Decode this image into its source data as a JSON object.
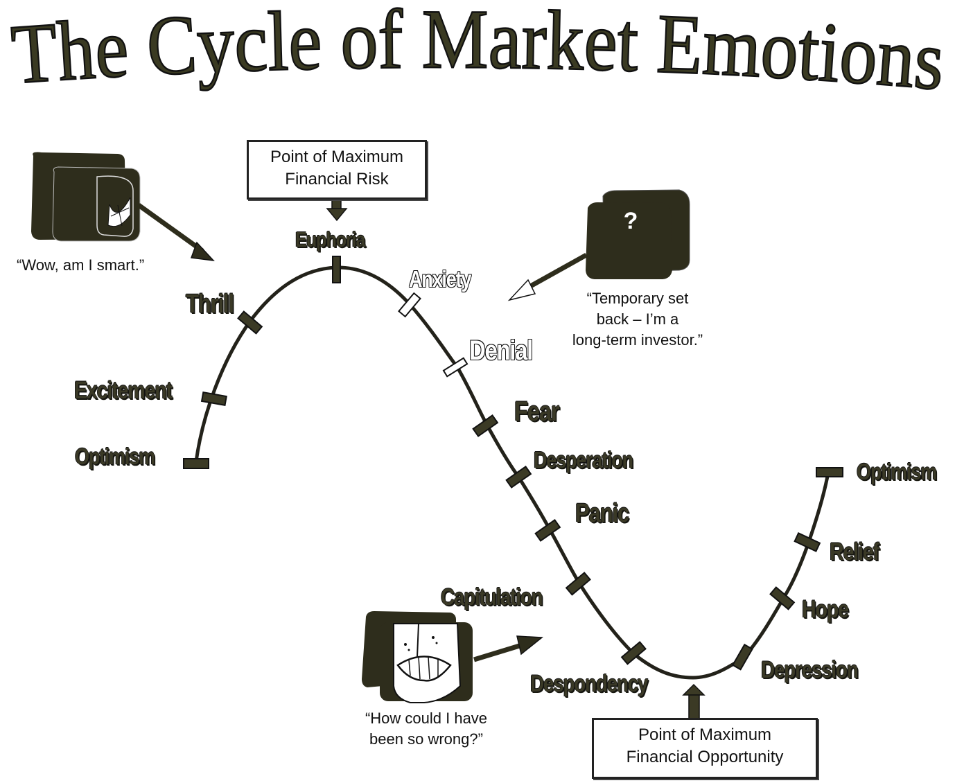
{
  "title": "The Cycle of Market Emotions",
  "callouts": {
    "max_risk": {
      "line1": "Point of Maximum",
      "line2": "Financial Risk"
    },
    "max_opportunity": {
      "line1": "Point of Maximum",
      "line2": "Financial Opportunity"
    }
  },
  "quotes": {
    "euphoria": "“Wow, am I smart.”",
    "anxiety": {
      "line1": "“Temporary set",
      "line2": "back – I’m a",
      "line3": "long-term investor.”"
    },
    "capitulation": {
      "line1": "“How could I have",
      "line2": "been so wrong?”"
    }
  },
  "stages": [
    {
      "id": "optimism-start",
      "label": "Optimism"
    },
    {
      "id": "excitement",
      "label": "Excitement"
    },
    {
      "id": "thrill",
      "label": "Thrill"
    },
    {
      "id": "euphoria",
      "label": "Euphoria"
    },
    {
      "id": "anxiety",
      "label": "Anxiety"
    },
    {
      "id": "denial",
      "label": "Denial"
    },
    {
      "id": "fear",
      "label": "Fear"
    },
    {
      "id": "desperation",
      "label": "Desperation"
    },
    {
      "id": "panic",
      "label": "Panic"
    },
    {
      "id": "capitulation",
      "label": "Capitulation"
    },
    {
      "id": "despondency",
      "label": "Despondency"
    },
    {
      "id": "depression",
      "label": "Depression"
    },
    {
      "id": "hope",
      "label": "Hope"
    },
    {
      "id": "relief",
      "label": "Relief"
    },
    {
      "id": "optimism-end",
      "label": "Optimism"
    }
  ],
  "icons": {
    "euphoria_face": "grinning-face-icon",
    "anxiety_face": "question-mark-face-icon",
    "capitulation_face": "grimacing-face-icon",
    "question_mark": "?"
  },
  "colors": {
    "ink": "#2e2d1c",
    "label_fill": "#3a3926",
    "curve": "#23221a",
    "background": "#ffffff"
  }
}
